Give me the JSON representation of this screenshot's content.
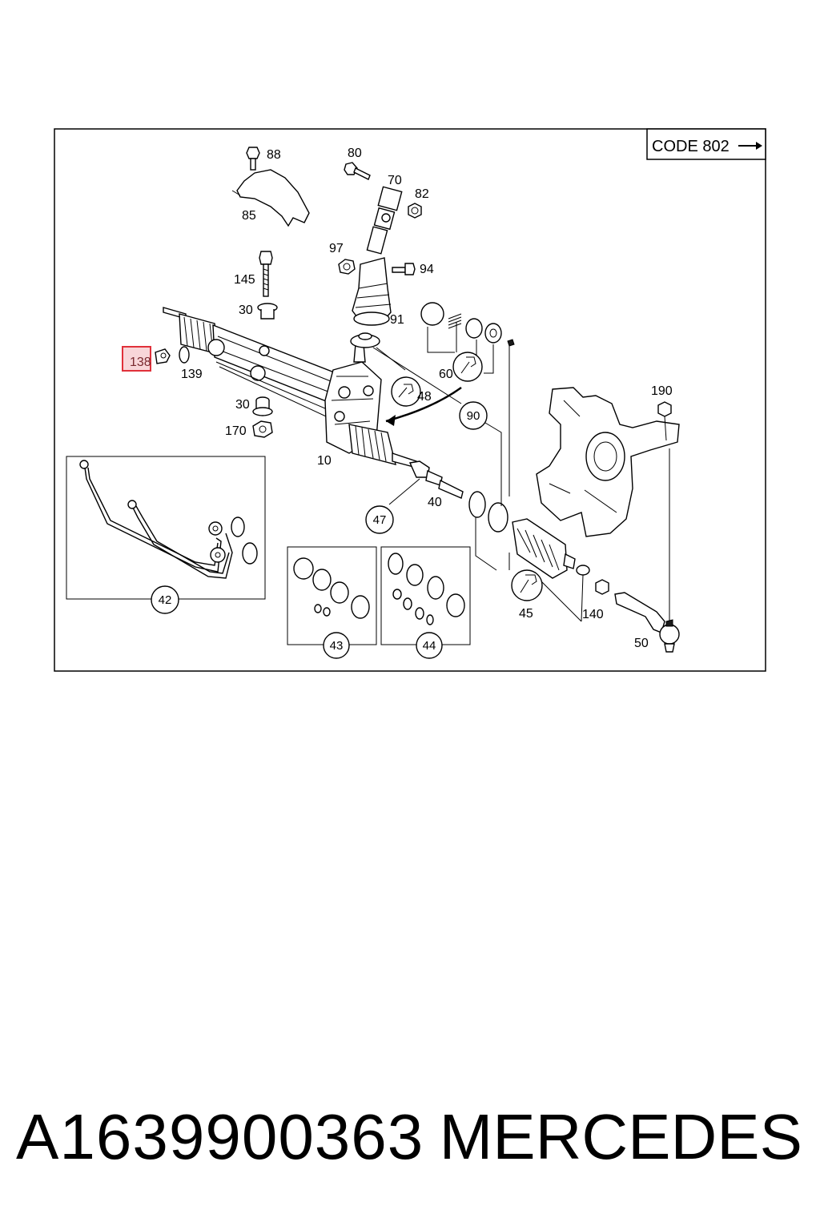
{
  "diagram": {
    "code_box": "CODE 802",
    "highlighted_part": "138",
    "labels": {
      "p88": "88",
      "p85": "85",
      "p80": "80",
      "p70": "70",
      "p82": "82",
      "p97": "97",
      "p94": "94",
      "p145": "145",
      "p30a": "30",
      "p91": "91",
      "p138": "138",
      "p139": "139",
      "p60": "60",
      "p48": "48",
      "p90": "90",
      "p30b": "30",
      "p170": "170",
      "p10": "10",
      "p190": "190",
      "p40": "40",
      "p47": "47",
      "p42": "42",
      "p43": "43",
      "p44": "44",
      "p45": "45",
      "p140": "140",
      "p50": "50"
    }
  },
  "footer": {
    "part_number": "A1639900363",
    "brand": "MERCEDES"
  },
  "colors": {
    "highlight_border": "#e0303a",
    "highlight_fill": "#f8d6d9"
  }
}
